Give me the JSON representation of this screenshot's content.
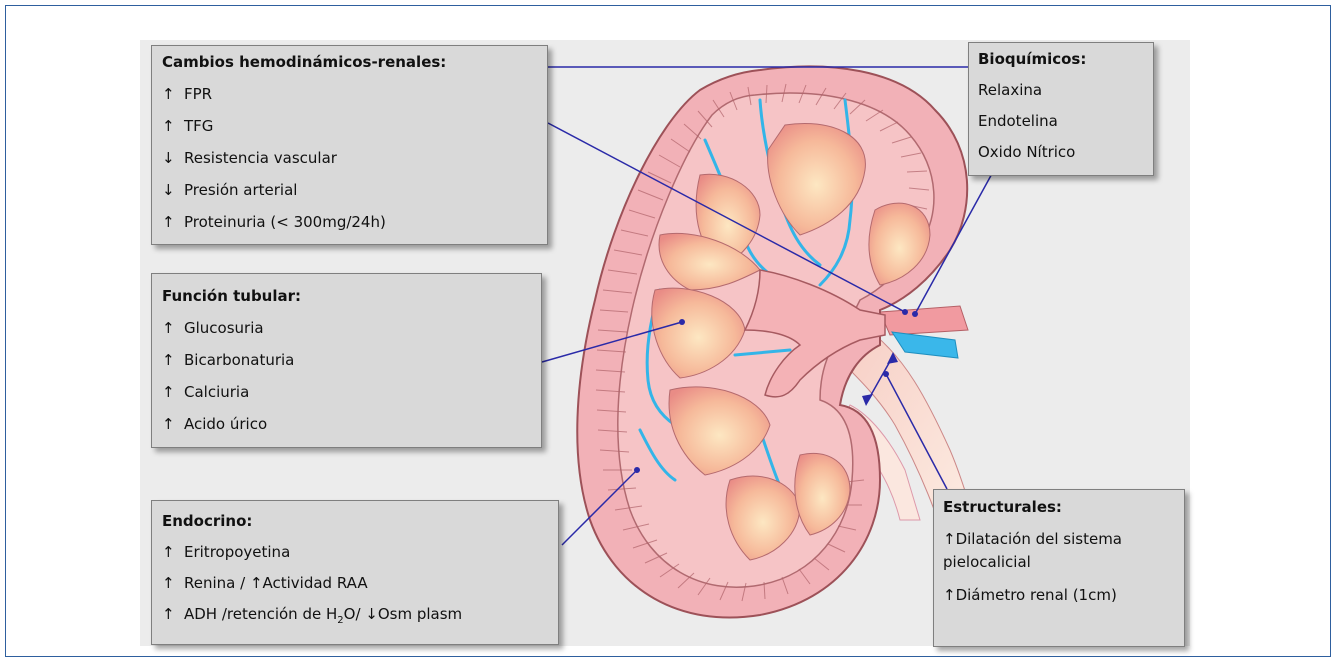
{
  "hemo": {
    "title": "Cambios hemodinámicos-renales:",
    "items": [
      {
        "arrow": "↑",
        "text": "FPR"
      },
      {
        "arrow": "↑",
        "text": "TFG"
      },
      {
        "arrow": "↓",
        "text": "Resistencia vascular"
      },
      {
        "arrow": "↓",
        "text": "Presión arterial"
      },
      {
        "arrow": "↑",
        "text": "Proteinuria (< 300mg/24h)"
      }
    ]
  },
  "tubular": {
    "title": "Función tubular:",
    "items": [
      {
        "arrow": "↑",
        "text": "Glucosuria"
      },
      {
        "arrow": "↑",
        "text": "Bicarbonaturia"
      },
      {
        "arrow": "↑",
        "text": "Calciuria"
      },
      {
        "arrow": "↑",
        "text": "Acido úrico"
      }
    ]
  },
  "endocrino": {
    "title": "Endocrino:",
    "items": [
      {
        "arrow": "↑",
        "text": "Eritropoyetina"
      },
      {
        "arrow": "↑",
        "text": "Renina / ↑Actividad RAA"
      },
      {
        "arrow": "↑",
        "text_pre": "ADH /retención de H",
        "sub": "2",
        "text_post": "O/ ↓Osm plasm"
      }
    ]
  },
  "bioquimicos": {
    "title": "Bioquímicos:",
    "items": [
      "Relaxina",
      "Endotelina",
      "Oxido Nítrico"
    ]
  },
  "estructurales": {
    "title": "Estructurales:",
    "items": [
      {
        "arrow": "↑",
        "text": "Dilatación del sistema pielocalicial"
      },
      {
        "arrow": "↑",
        "text": "Diámetro renal (1cm)"
      }
    ]
  },
  "colors": {
    "connector": "#2a2aa8",
    "kidney_outer": "#f2b7bd",
    "kidney_stroke": "#a8585e",
    "pyramid": "#f7c39e",
    "vessel_blue": "#33b5e8",
    "ureter": "#fbe2d8"
  }
}
